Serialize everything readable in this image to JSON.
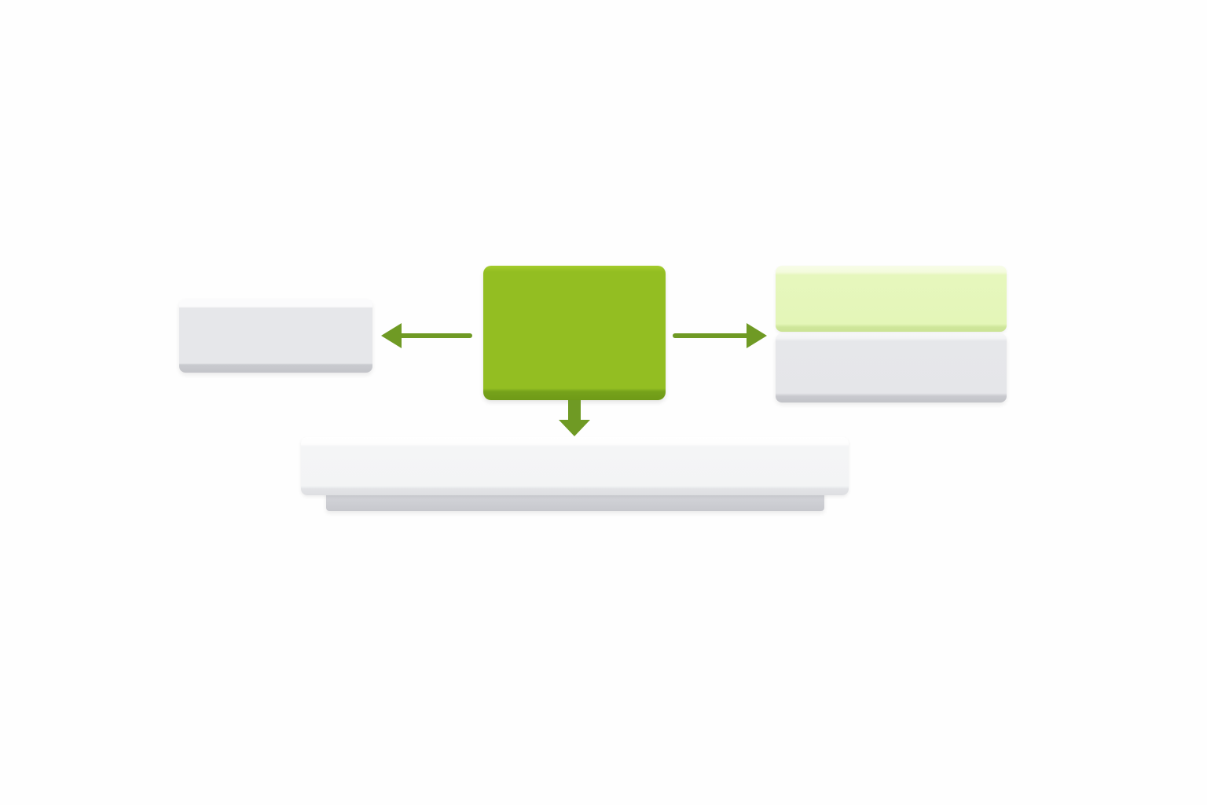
{
  "diagram": {
    "nodes": [
      {
        "id": "center-node",
        "role": "source",
        "color": "#93be22"
      },
      {
        "id": "left-card",
        "role": "target",
        "color": "#e6e7ea"
      },
      {
        "id": "right-card-top",
        "role": "target",
        "color": "#e4f6b8"
      },
      {
        "id": "right-card-bottom",
        "role": "target",
        "color": "#e5e6e9"
      },
      {
        "id": "bottom-bar",
        "role": "target",
        "color": "#f3f4f5"
      }
    ],
    "edges": [
      {
        "from": "center-node",
        "to": "left-card",
        "direction": "left"
      },
      {
        "from": "center-node",
        "to": "right-card-top",
        "direction": "right"
      },
      {
        "from": "center-node",
        "to": "bottom-bar",
        "direction": "down"
      }
    ],
    "arrow_color": "#6f9a24",
    "labels": []
  }
}
